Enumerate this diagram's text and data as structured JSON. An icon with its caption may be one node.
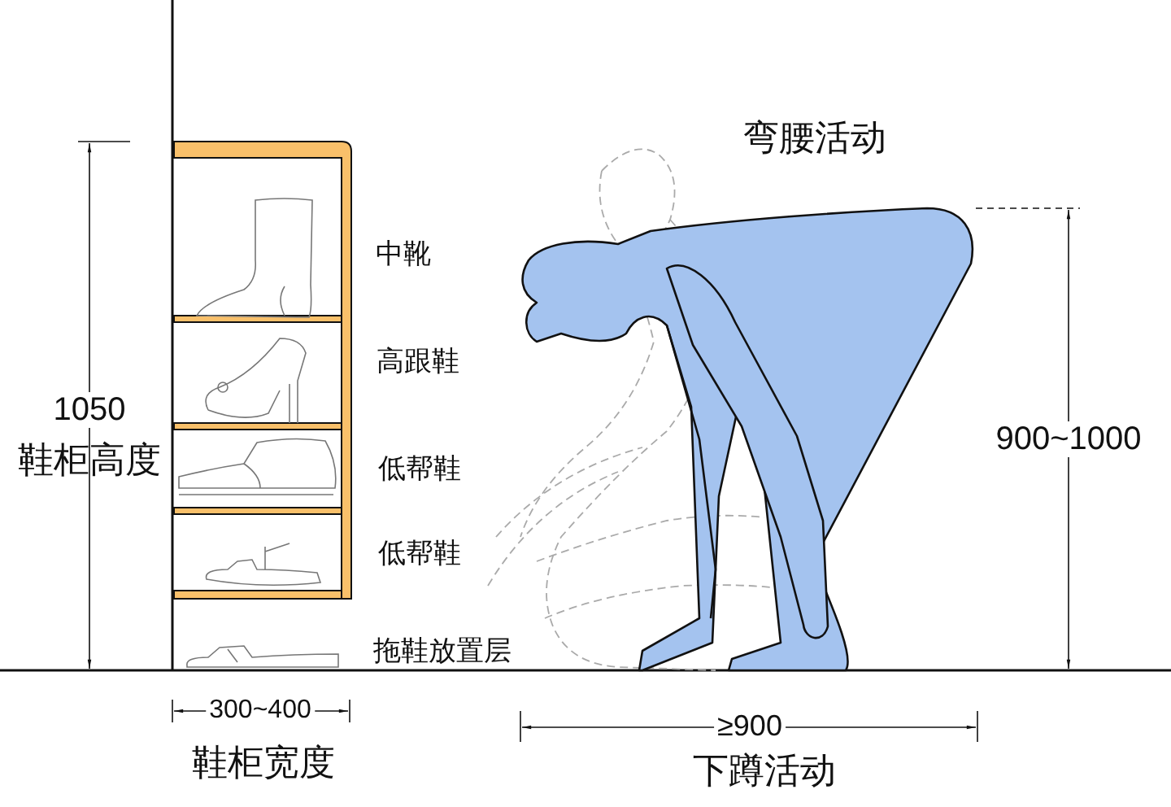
{
  "diagram": {
    "labels": [
      "弯腰活动",
      "中靴",
      "高跟鞋",
      "1050",
      "鞋柜高度",
      "低帮鞋",
      "900~1000",
      "低帮鞋",
      "拖鞋放置层",
      "300~400",
      "≥900",
      "鞋柜宽度",
      "下蹲活动"
    ]
  }
}
